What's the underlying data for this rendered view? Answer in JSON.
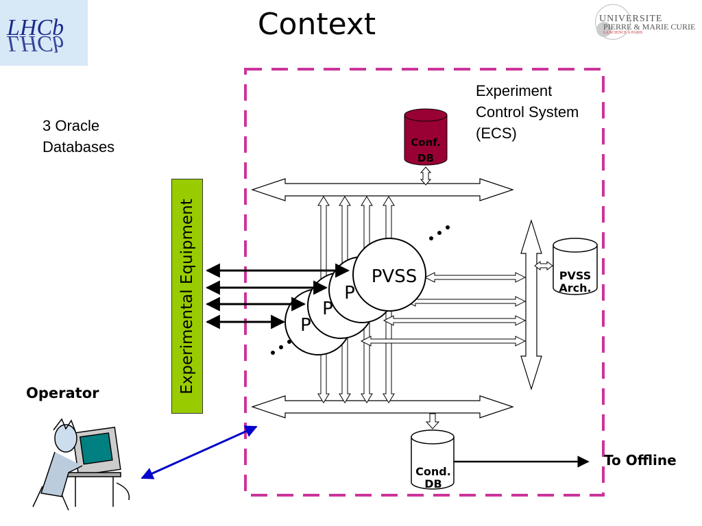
{
  "title": "Context",
  "logos": {
    "lhcb_text": "LHCb",
    "upmc_line1": "UNIVERSITE",
    "upmc_line2": "PIERRE & MARIE CURIE",
    "upmc_line3": "LA SCIENCE A PARIS"
  },
  "labels": {
    "ecs_line1": "Experiment",
    "ecs_line2": "Control System",
    "ecs_line3": "(ECS)",
    "oracle_line1": "3 Oracle",
    "oracle_line2": "Databases",
    "operator": "Operator",
    "to_offline": "To Offline",
    "experimental_equipment": "Experimental Equipment"
  },
  "databases": {
    "conf_line1": "Conf.",
    "conf_line2": "DB",
    "pvss_arch_line1": "PVSS",
    "pvss_arch_line2": "Arch.",
    "cond_line1": "Cond.",
    "cond_line2": "DB"
  },
  "nodes": {
    "pvss_main": "PVSS",
    "pvss_stub": "P",
    "ellipsis": "..."
  },
  "colors": {
    "dashed_border": "#cc3399",
    "conf_db_fill": "#990033",
    "equipment_fill": "#99cc00",
    "operator_link": "#0000cc"
  }
}
